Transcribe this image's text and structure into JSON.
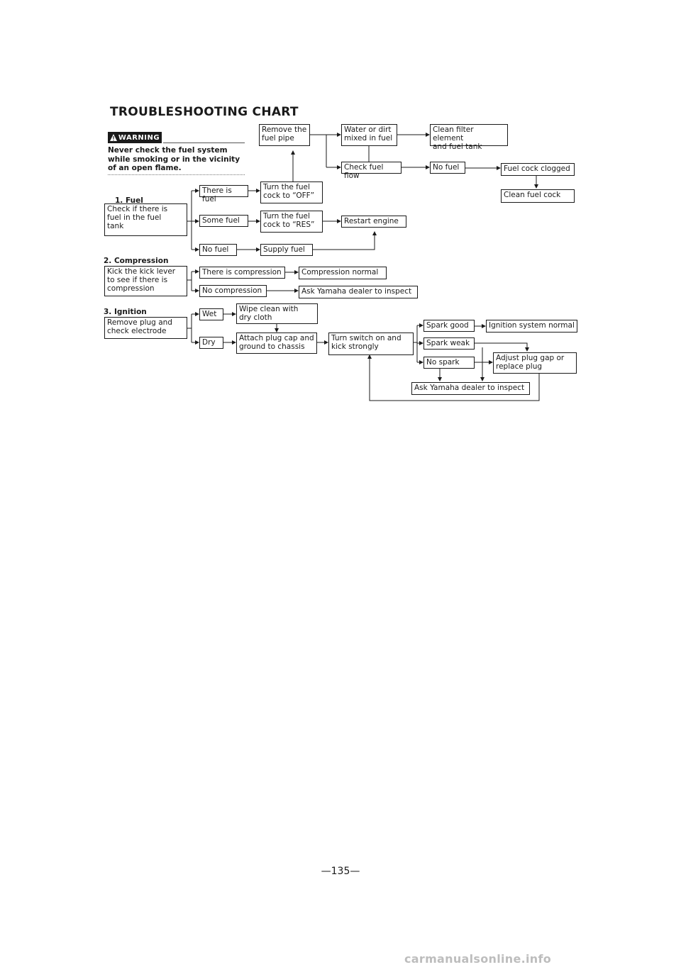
{
  "title": "TROUBLESHOOTING CHART",
  "warning": {
    "badge": "WARNING",
    "badge_icon": "warning-triangle-icon",
    "text": "Never check the fuel system while smoking or in the vicinity of an open flame."
  },
  "sections": {
    "fuel": "1. Fuel",
    "compression": "2. Compression",
    "ignition": "3. Ignition"
  },
  "boxes": {
    "check_fuel": "Check if there is\nfuel in the fuel\ntank",
    "there_is_fuel": "There is fuel",
    "some_fuel": "Some fuel",
    "no_fuel": "No fuel",
    "turn_off": "Turn the fuel\ncock to “OFF”",
    "turn_res": "Turn the fuel\ncock to “RES”",
    "supply_fuel": "Supply fuel",
    "restart_engine": "Restart engine",
    "remove_fuel_pipe": "Remove the\nfuel pipe",
    "water_dirt": "Water or dirt\nmixed in fuel",
    "clean_filter": "Clean filter element\nand fuel tank",
    "check_fuel_flow": "Check fuel flow",
    "no_fuel_flow": "No fuel",
    "fuel_cock_clogged": "Fuel cock clogged",
    "clean_fuel_cock": "Clean fuel cock",
    "kick_lever": "Kick the kick lever\nto see if there is\ncompression",
    "there_is_compression": "There is compression",
    "no_compression": "No compression",
    "compression_normal": "Compression normal",
    "ask_dealer_compression": "Ask Yamaha dealer to inspect",
    "remove_plug": "Remove plug and\ncheck electrode",
    "wet": "Wet",
    "dry": "Dry",
    "wipe_clean": "Wipe clean with\ndry cloth",
    "attach_plug": "Attach plug cap and\nground to chassis",
    "turn_switch": "Turn switch on and\nkick strongly",
    "spark_good": "Spark good",
    "spark_weak": "Spark weak",
    "no_spark": "No spark",
    "ignition_normal": "Ignition system normal",
    "adjust_plug": "Adjust plug gap or\nreplace plug",
    "ask_dealer_ignition": "Ask Yamaha dealer to inspect"
  },
  "page_number": "—135—",
  "footer": "carmanualsonline.info"
}
